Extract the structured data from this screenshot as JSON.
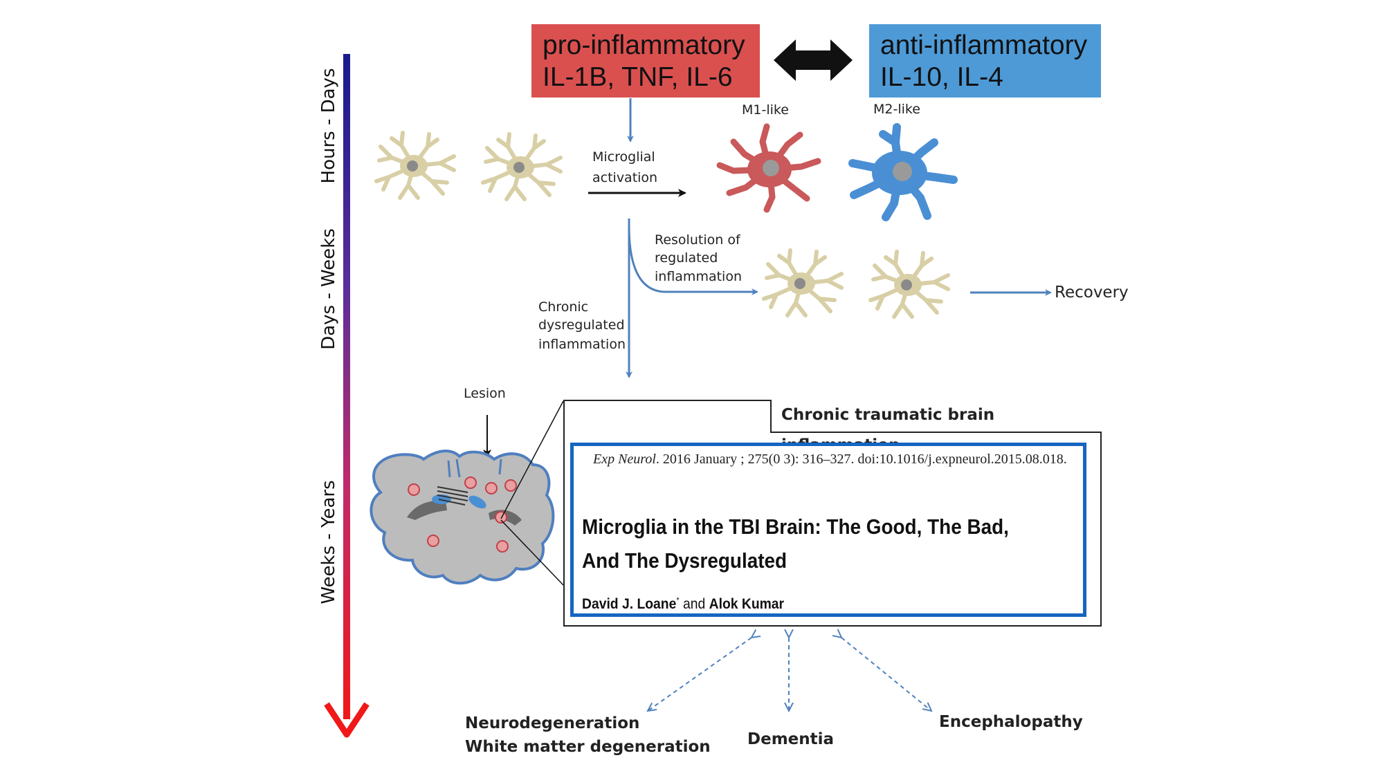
{
  "pro": {
    "line1": "pro-inflammatory",
    "line2": "IL-1B, TNF, IL-6",
    "color": "#d9504f"
  },
  "anti": {
    "line1": "anti-inflammatory",
    "line2": "IL-10, IL-4",
    "color": "#4d9ad6"
  },
  "time_axis": [
    "Hours - Days",
    "Days - Weeks",
    "Weeks - Years"
  ],
  "cells": {
    "m1": "M1-like",
    "m2": "M2-like"
  },
  "activation": {
    "line1": "Microglial",
    "line2": "activation"
  },
  "resolution": {
    "line1": "Resolution of",
    "line2": "regulated",
    "line3": "inflammation"
  },
  "chronic": {
    "line1": "Chronic",
    "line2": "dysregulated",
    "line3": "inflammation"
  },
  "recovery": "Recovery",
  "lesion": "Lesion",
  "panel_title": "Chronic traumatic brain inflammation",
  "paper": {
    "journal": "Exp Neurol",
    "citation": ". 2016 January ; 275(0 3): 316–327. doi:10.1016/j.expneurol.2015.08.018.",
    "title": "Microglia in the TBI Brain: The Good, The Bad, And The Dysregulated",
    "author1": "David J. Loane",
    "author_mark": "*",
    "and": " and ",
    "author2": "Alok Kumar",
    "border_color": "#1565c0"
  },
  "outcomes": {
    "neuro1": "Neurodegeneration",
    "neuro2": "White matter degeneration",
    "dementia": "Dementia",
    "encephalopathy": "Encephalopathy"
  },
  "colors": {
    "resting_cell": "#d8cfa6",
    "m1_cell": "#c9595a",
    "m2_cell": "#4a8fd4",
    "flow_arrow": "#4f81bd"
  }
}
